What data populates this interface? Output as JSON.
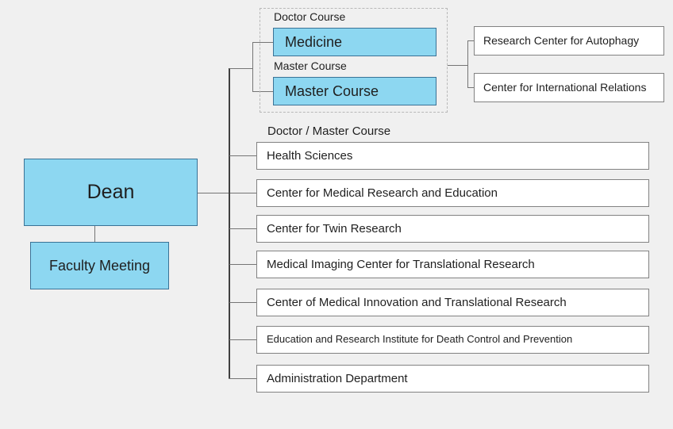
{
  "colors": {
    "background": "#f0f0f0",
    "node_fill_blue": "#8dd7f1",
    "node_border_blue": "#3a7296",
    "node_fill_white": "#ffffff",
    "node_border_gray": "#828282",
    "connector_dark": "#404040",
    "connector_light": "#757575",
    "dashed_border": "#b8b8b8",
    "text": "#1f1f1f"
  },
  "org_chart": {
    "root": {
      "label": "Dean"
    },
    "root_subordinate": {
      "label": "Faculty Meeting"
    },
    "course_group": {
      "doctor_course_label": "Doctor Course",
      "doctor_course_node": "Medicine",
      "master_course_label": "Master Course",
      "master_course_node": "Master Course"
    },
    "course_group_children": [
      {
        "label": "Research Center for Autophagy"
      },
      {
        "label": "Center for International Relations"
      }
    ],
    "section_label": "Doctor / Master Course",
    "departments": [
      {
        "label": "Health Sciences"
      },
      {
        "label": "Center for Medical Research and Education"
      },
      {
        "label": "Center for Twin Research"
      },
      {
        "label": "Medical Imaging Center for Translational Research"
      },
      {
        "label": "Center of Medical Innovation and Translational Research"
      },
      {
        "label": "Education and Research Institute for Death Control and Prevention"
      },
      {
        "label": "Administration Department"
      }
    ]
  }
}
